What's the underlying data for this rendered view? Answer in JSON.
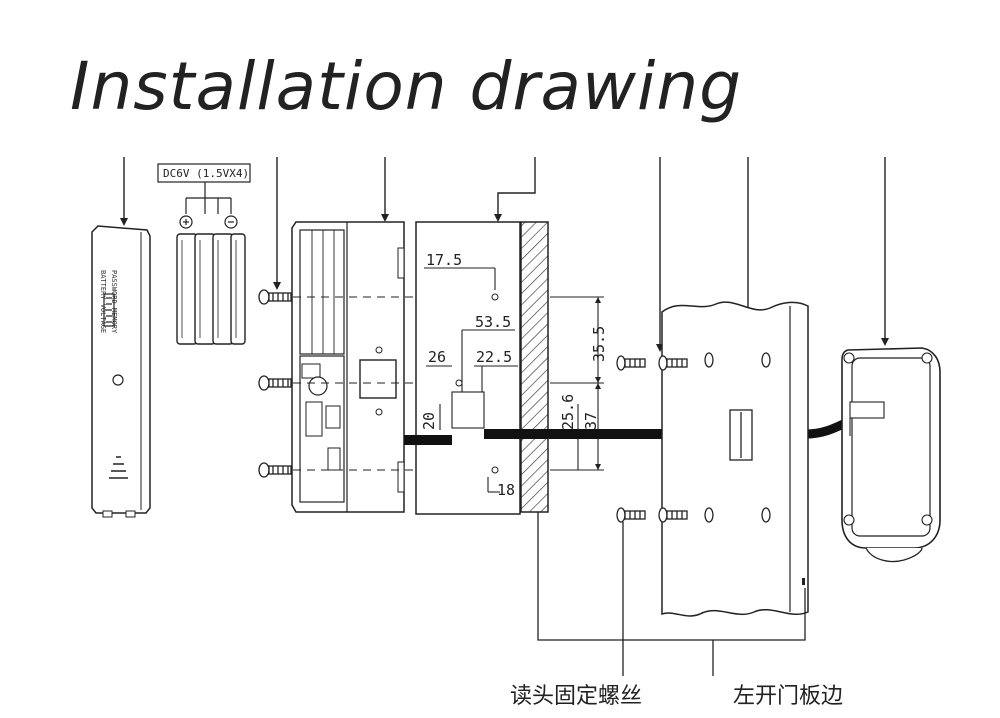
{
  "title": "Installation drawing",
  "battery_label": "DC6V (1.5VX4)",
  "body_text": [
    "BATTERY VOLTAGE",
    "PASSWORD MEMORY"
  ],
  "dimensions": {
    "d17_5": "17.5",
    "d53_5": "53.5",
    "d26": "26",
    "d22_5": "22.5",
    "d35_5": "35.5",
    "d20": "20",
    "d25_6": "25.6",
    "d37": "37",
    "d18": "18"
  },
  "notes": {
    "screws": "读头固定螺丝",
    "door_edge": "左开门板边"
  }
}
